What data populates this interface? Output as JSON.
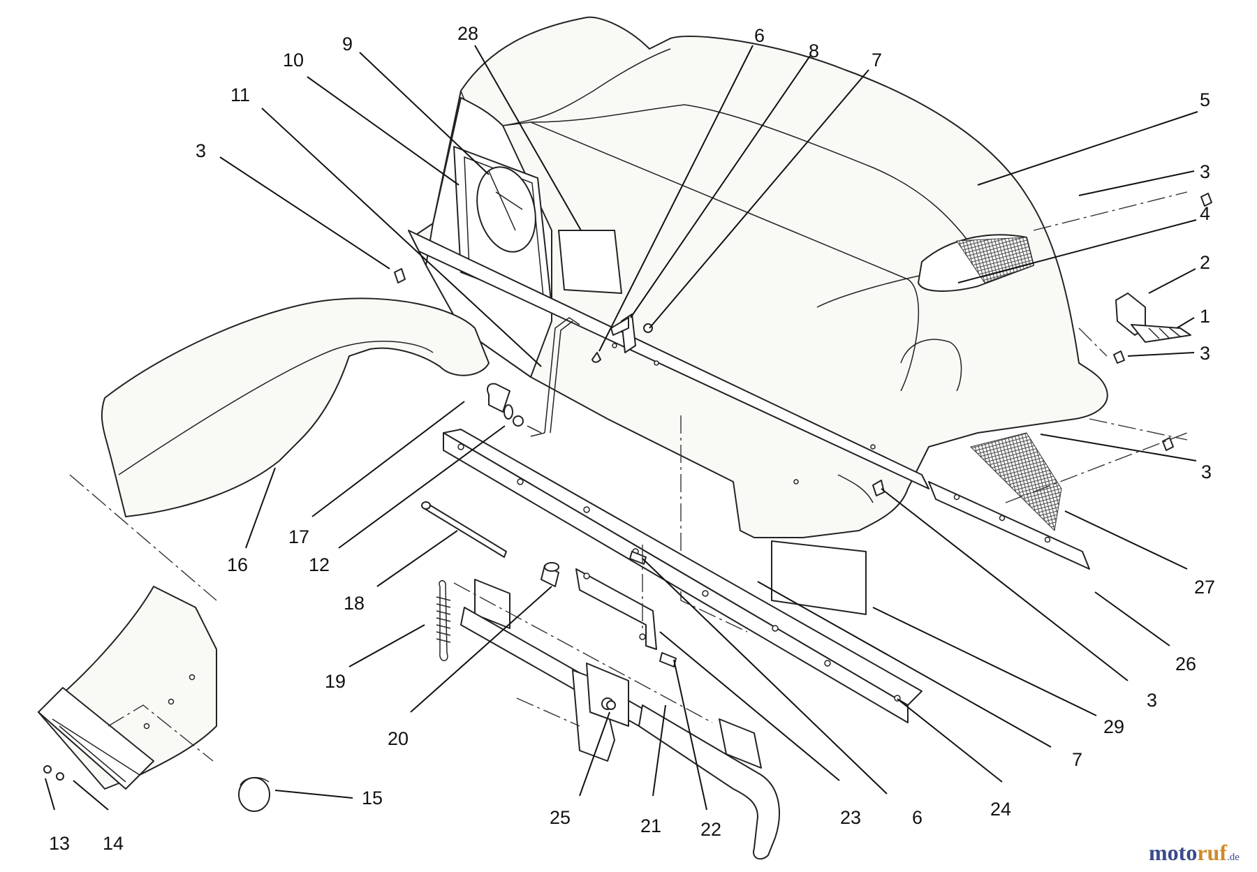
{
  "callouts": [
    {
      "id": "c28",
      "label": "28"
    },
    {
      "id": "c6a",
      "label": "6"
    },
    {
      "id": "c8",
      "label": "8"
    },
    {
      "id": "c7a",
      "label": "7"
    },
    {
      "id": "c9",
      "label": "9"
    },
    {
      "id": "c10",
      "label": "10"
    },
    {
      "id": "c11",
      "label": "11"
    },
    {
      "id": "c3a",
      "label": "3"
    },
    {
      "id": "c5",
      "label": "5"
    },
    {
      "id": "c3b",
      "label": "3"
    },
    {
      "id": "c4",
      "label": "4"
    },
    {
      "id": "c2",
      "label": "2"
    },
    {
      "id": "c1",
      "label": "1"
    },
    {
      "id": "c3c",
      "label": "3"
    },
    {
      "id": "c3d",
      "label": "3"
    },
    {
      "id": "c27",
      "label": "27"
    },
    {
      "id": "c26",
      "label": "26"
    },
    {
      "id": "c3e",
      "label": "3"
    },
    {
      "id": "c29",
      "label": "29"
    },
    {
      "id": "c7b",
      "label": "7"
    },
    {
      "id": "c24",
      "label": "24"
    },
    {
      "id": "c6b",
      "label": "6"
    },
    {
      "id": "c23",
      "label": "23"
    },
    {
      "id": "c22",
      "label": "22"
    },
    {
      "id": "c21",
      "label": "21"
    },
    {
      "id": "c25",
      "label": "25"
    },
    {
      "id": "c20",
      "label": "20"
    },
    {
      "id": "c19",
      "label": "19"
    },
    {
      "id": "c18",
      "label": "18"
    },
    {
      "id": "c12",
      "label": "12"
    },
    {
      "id": "c17",
      "label": "17"
    },
    {
      "id": "c16",
      "label": "16"
    },
    {
      "id": "c15",
      "label": "15"
    },
    {
      "id": "c14",
      "label": "14"
    },
    {
      "id": "c13",
      "label": "13"
    }
  ],
  "watermark": {
    "brand_a": "moto",
    "brand_b": "ruf",
    "suffix": ".de"
  }
}
